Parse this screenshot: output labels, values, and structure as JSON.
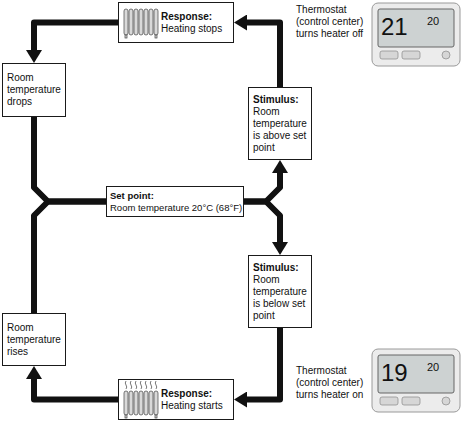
{
  "diagram": {
    "nodes": [
      {
        "text": [
          "Response:",
          "Heating stops"
        ]
      },
      {
        "text": [
          "Room temperature drops"
        ]
      },
      {
        "text": [
          "Stimulus:",
          "Room temperature is above set point"
        ]
      },
      {
        "text": [
          "Set point:",
          "Room temperature 20°C (68°F)"
        ]
      },
      {
        "text": [
          "Stimulus:",
          "Room temperature is below set point"
        ]
      },
      {
        "text": [
          "Room temperature rises"
        ]
      },
      {
        "text": [
          "Response:",
          "Heating starts"
        ]
      }
    ],
    "edges": [
      {
        "from": 0,
        "to": 1,
        "arrow": "to"
      },
      {
        "from": 1,
        "to": 3,
        "arrow": "none"
      },
      {
        "from": 5,
        "to": 3,
        "arrow": "none"
      },
      {
        "from": 3,
        "to": 2,
        "arrow": "to"
      },
      {
        "from": 3,
        "to": 4,
        "arrow": "to"
      },
      {
        "from": 2,
        "to": 0,
        "arrow": "to"
      },
      {
        "from": 4,
        "to": 6,
        "arrow": "to"
      },
      {
        "from": 6,
        "to": 5,
        "arrow": "to"
      }
    ],
    "labels": [
      "Thermostat (control center) turns heater off",
      "21",
      "20",
      "Thermostat (control center) turns heater on",
      "19",
      "20"
    ]
  }
}
